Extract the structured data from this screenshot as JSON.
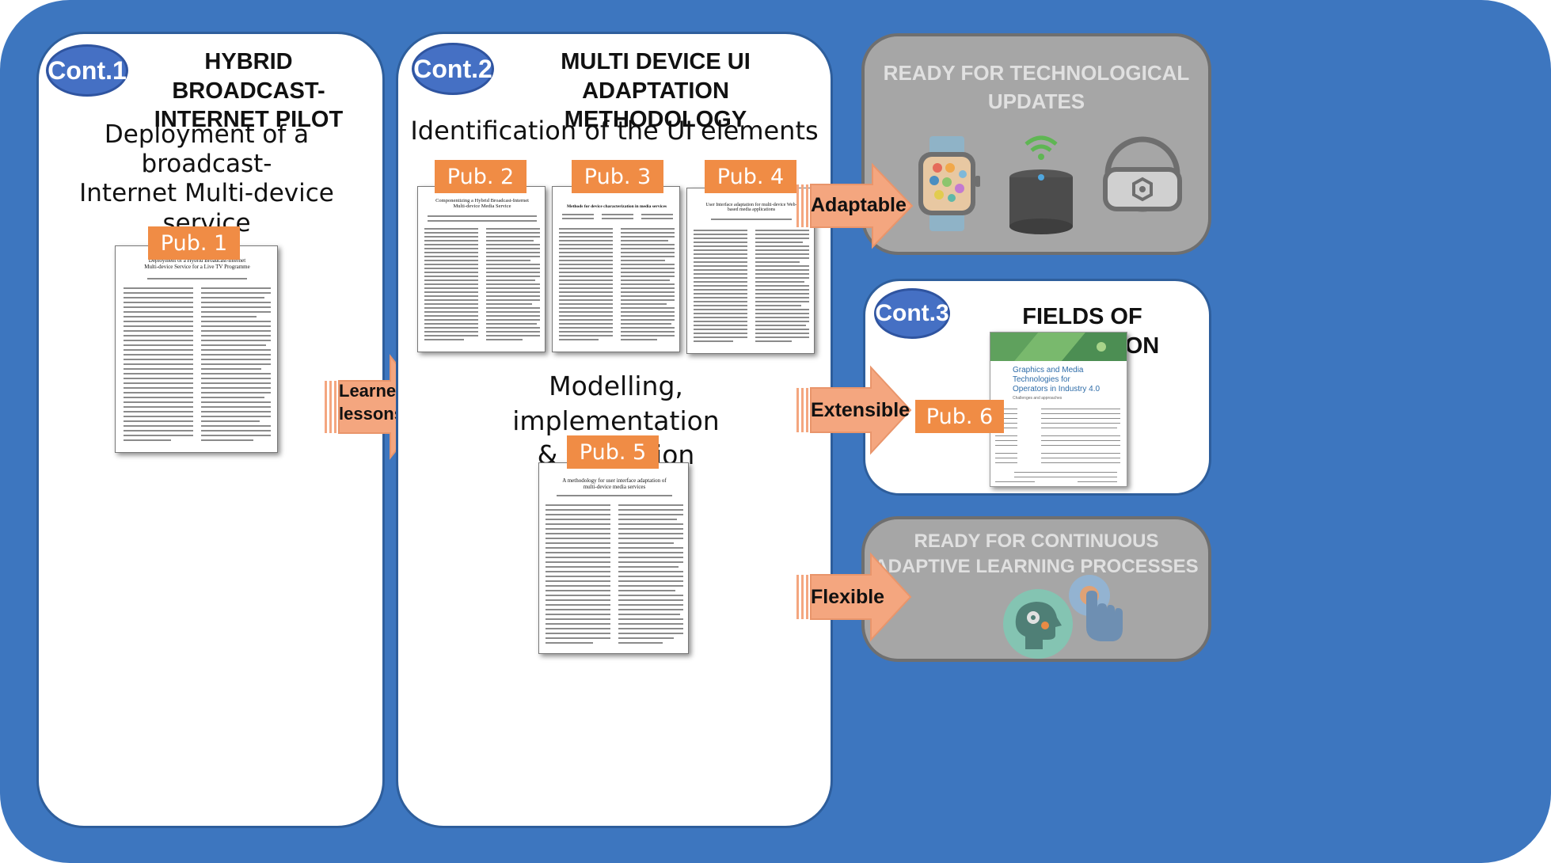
{
  "contributions": [
    {
      "badge": "Cont.1",
      "title": "HYBRID BROADCAST-\nINTERNET PILOT",
      "subtitle": "Deployment of a broadcast-\nInternet Multi-device service"
    },
    {
      "badge": "Cont.2",
      "title": "MULTI DEVICE UI ADAPTATION\nMETHODOLOGY",
      "subtitle": "Identification of the UI elements",
      "subtitle2": "Modelling, implementation\n& validation"
    },
    {
      "badge": "Cont.3",
      "title": "FIELDS OF APPLICATION"
    }
  ],
  "publications": [
    {
      "label": "Pub. 1",
      "paper_title": "Deployment of a Hybrid Broadcast-Internet\nMulti-device Service for a Live TV Programme"
    },
    {
      "label": "Pub. 2",
      "paper_title": "Componentizing a Hybrid Broadcast-Internet\nMulti-device Media Service"
    },
    {
      "label": "Pub. 3",
      "paper_title": "Methods for device characterization in media services"
    },
    {
      "label": "Pub. 4",
      "paper_title": "User Interface adaptation for multi-device Web-\nbased media applications"
    },
    {
      "label": "Pub. 5",
      "paper_title": "A methodology for user interface adaptation of\nmulti-device media services"
    },
    {
      "label": "Pub. 6",
      "paper_title": "Graphics and Media\nTechnologies for\nOperators in Industry 4.0",
      "paper_subtitle": "Challenges and approaches"
    }
  ],
  "arrows": {
    "learned": "Learned\nlessons",
    "adaptable": "Adaptable",
    "extensible": "Extensible",
    "flexible": "Flexible"
  },
  "gray_boxes": {
    "top": "READY FOR TECHNOLOGICAL\nUPDATES",
    "bottom": "READY FOR CONTINUOUS\nADAPTIVE LEARNING PROCESSES"
  },
  "icons": [
    "smartwatch-icon",
    "smart-speaker-icon",
    "vr-headset-icon",
    "ai-brain-icon",
    "touch-hand-icon"
  ],
  "colors": {
    "frame": "#3d76bf",
    "badge": "#4570c4",
    "pub": "#f08c45",
    "arrow": "#f4a67f",
    "gray_box": "#a6a6a6"
  }
}
